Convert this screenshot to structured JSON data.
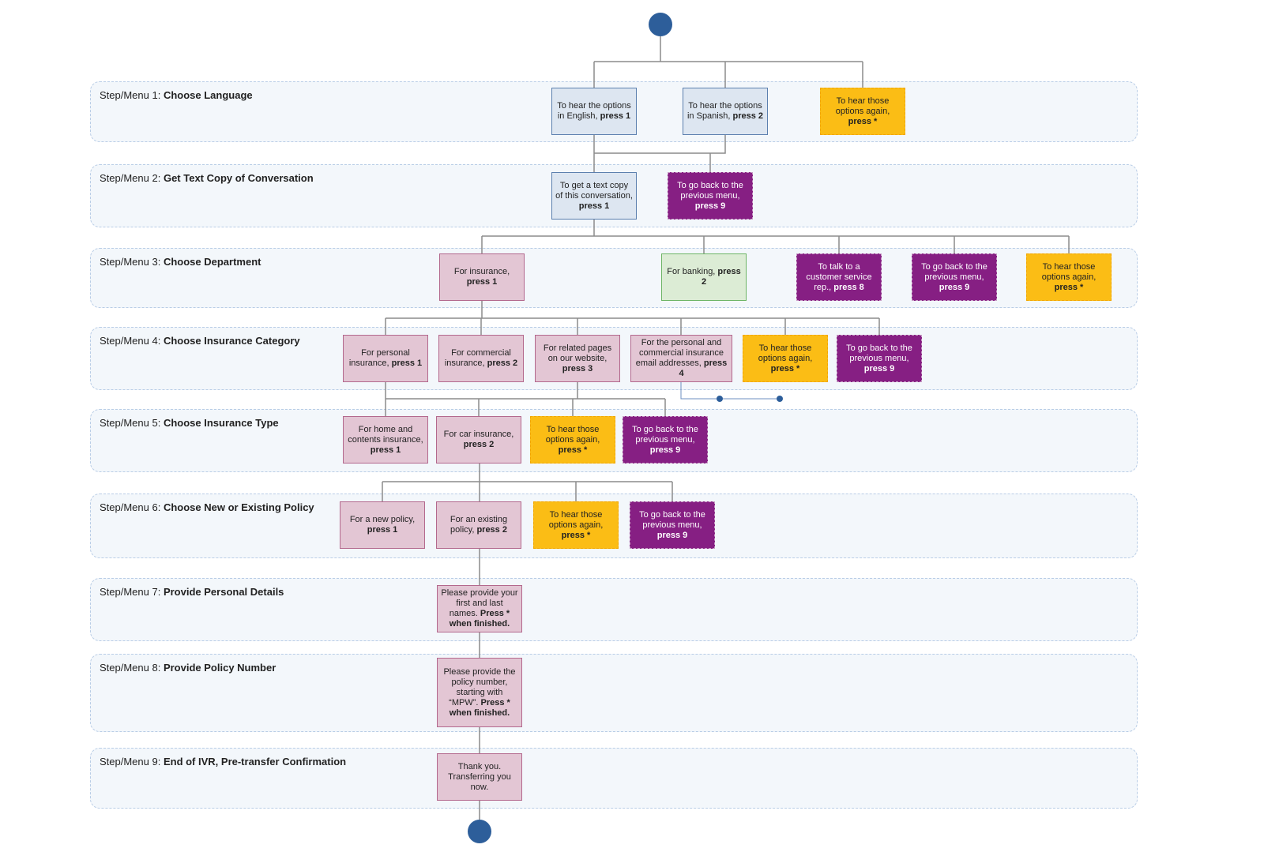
{
  "steps": [
    {
      "prefix": "Step/Menu 1: ",
      "name": "Choose Language"
    },
    {
      "prefix": "Step/Menu 2: ",
      "name": "Get Text Copy of Conversation"
    },
    {
      "prefix": "Step/Menu 3: ",
      "name": "Choose Department"
    },
    {
      "prefix": "Step/Menu 4: ",
      "name": "Choose Insurance Category"
    },
    {
      "prefix": "Step/Menu 5: ",
      "name": "Choose Insurance Type"
    },
    {
      "prefix": "Step/Menu 6: ",
      "name": "Choose New or Existing Policy"
    },
    {
      "prefix": "Step/Menu 7: ",
      "name": "Provide Personal Details"
    },
    {
      "prefix": "Step/Menu 8: ",
      "name": "Provide Policy Number"
    },
    {
      "prefix": "Step/Menu 9: ",
      "name": "End of IVR, Pre-transfer Confirmation"
    }
  ],
  "nodes": {
    "s1_english": {
      "text": "To hear the options in English, ",
      "bold": "press 1"
    },
    "s1_spanish": {
      "text": "To hear the options in Spanish, ",
      "bold": "press 2"
    },
    "s1_repeat": {
      "text": "To hear those options again, ",
      "bold": "press *"
    },
    "s2_copy": {
      "text": "To get a text copy of this conversation, ",
      "bold": "press 1"
    },
    "s2_back": {
      "text": "To go back to the previous menu, ",
      "bold": "press 9"
    },
    "s3_insurance": {
      "text": "For insurance, ",
      "bold": "press 1"
    },
    "s3_banking": {
      "text": "For banking, ",
      "bold": "press 2"
    },
    "s3_rep": {
      "text": "To talk to a customer service rep., ",
      "bold": "press 8"
    },
    "s3_back": {
      "text": "To go back to the previous menu, ",
      "bold": "press 9"
    },
    "s3_repeat": {
      "text": "To hear those options again, ",
      "bold": "press *"
    },
    "s4_personal": {
      "text": "For personal insurance, ",
      "bold": "press 1"
    },
    "s4_commercial": {
      "text": "For commercial insurance, ",
      "bold": "press 2"
    },
    "s4_pages": {
      "text": "For related pages on our website, ",
      "bold": "press 3"
    },
    "s4_email": {
      "text": "For the personal and commercial insurance email addresses, ",
      "bold": "press 4"
    },
    "s4_repeat": {
      "text": "To hear those options again, ",
      "bold": "press *"
    },
    "s4_back": {
      "text": "To go back to the previous menu, ",
      "bold": "press 9"
    },
    "s5_home": {
      "text": "For home and contents insurance, ",
      "bold": "press 1"
    },
    "s5_car": {
      "text": "For car insurance, ",
      "bold": "press 2"
    },
    "s5_repeat": {
      "text": "To hear those options again, ",
      "bold": "press *"
    },
    "s5_back": {
      "text": "To go back to the previous menu, ",
      "bold": "press 9"
    },
    "s6_new": {
      "text": "For a new policy, ",
      "bold": "press 1"
    },
    "s6_existing": {
      "text": "For an existing policy, ",
      "bold": "press 2"
    },
    "s6_repeat": {
      "text": "To hear those options again, ",
      "bold": "press *"
    },
    "s6_back": {
      "text": "To go back to the previous menu, ",
      "bold": "press 9"
    },
    "s7_details": {
      "text": "Please provide your first and last names. ",
      "bold": "Press * when finished."
    },
    "s8_policy": {
      "text": "Please provide the policy number, starting with “MPW”. ",
      "bold": "Press * when finished."
    },
    "s9_transfer": {
      "text": "Thank you. Transferring you now.",
      "bold": ""
    }
  },
  "colors": {
    "menu_option": "#dde6f1",
    "department_option": "#e3c6d4",
    "banking_option": "#dcecd5",
    "back_option": "#861f83",
    "repeat_option": "#fbbd15",
    "terminal_node": "#2d5e9a",
    "connector": "#8c8c8c"
  }
}
